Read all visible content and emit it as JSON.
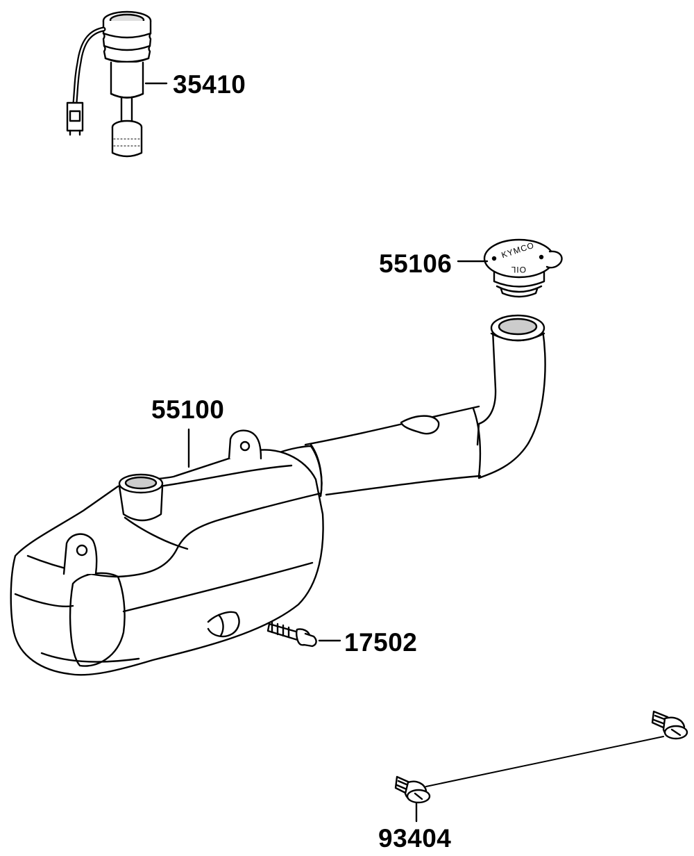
{
  "parts": {
    "sender_unit": {
      "number": "35410"
    },
    "oil_cap": {
      "number": "55106",
      "cap_text_top": "KYMCO",
      "cap_text_bottom": "OIL"
    },
    "oil_tank": {
      "number": "55100"
    },
    "hose_fitting": {
      "number": "17502"
    },
    "bolts": {
      "number": "93404"
    }
  },
  "colors": {
    "ink": "#000000",
    "background": "#ffffff",
    "shade": "#d9d9d9"
  }
}
